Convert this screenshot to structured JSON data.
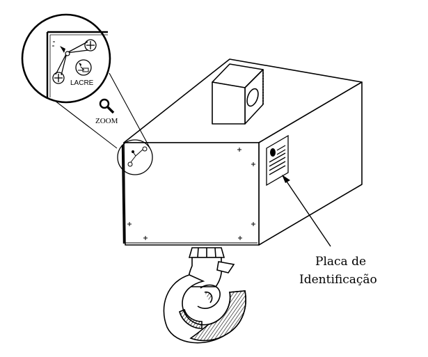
{
  "diagram": {
    "labels": {
      "lacre": "LACRE",
      "zoom": "ZOOM",
      "placa_line1": "Placa de",
      "placa_line2": "Identificação"
    },
    "icons": {
      "magnifier": "magnifier-icon",
      "seal": "seal-icon"
    }
  }
}
